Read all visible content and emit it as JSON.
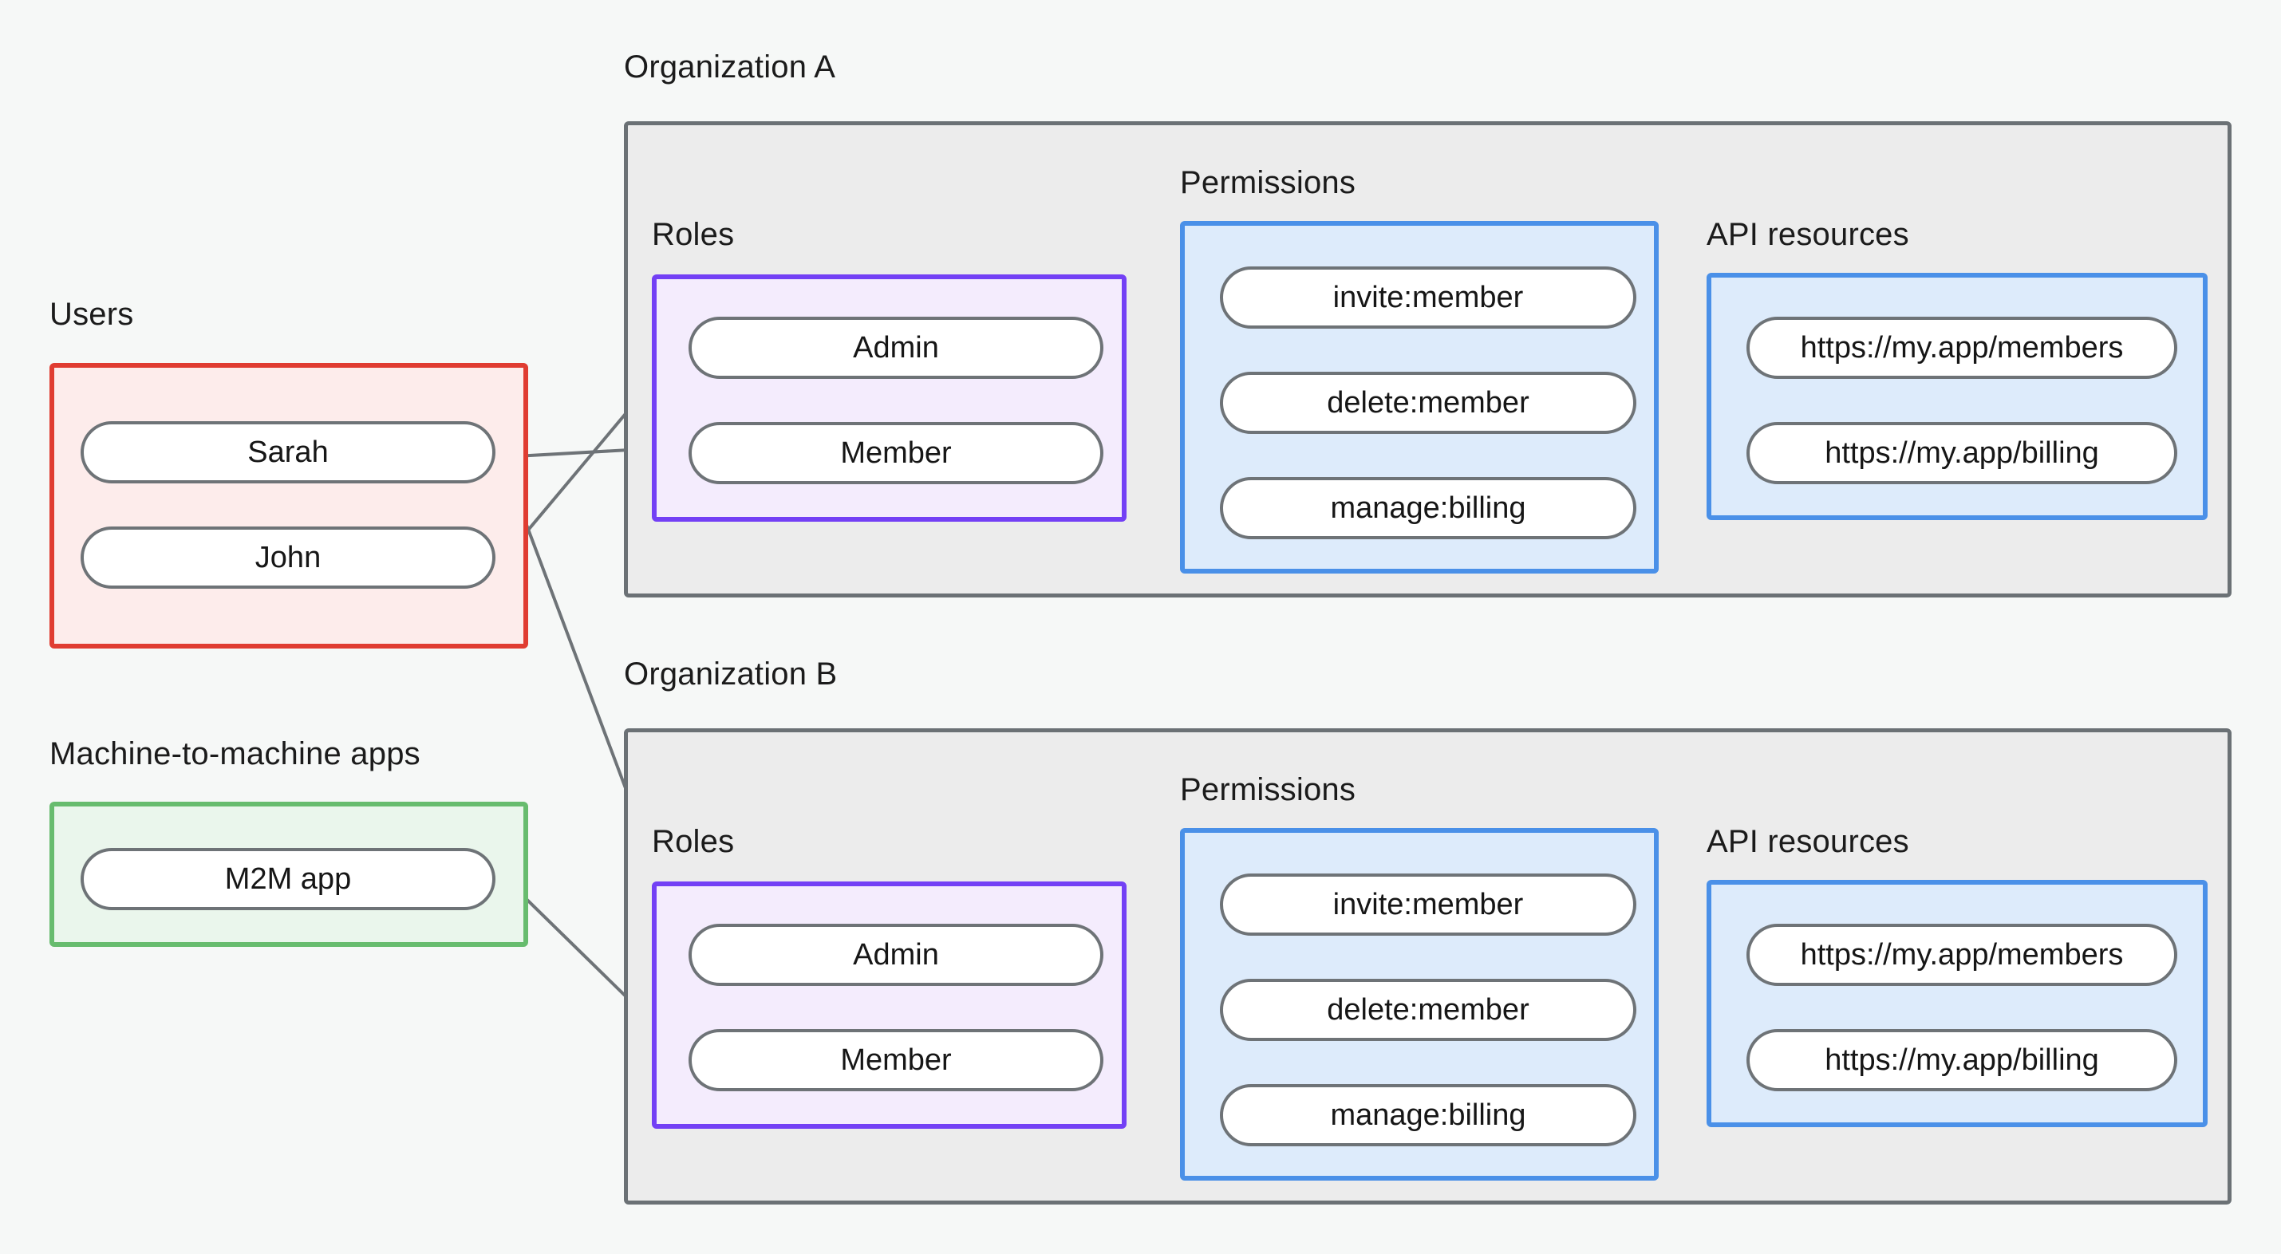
{
  "diagram": {
    "title_hidden": "",
    "background_color": "#f6f8f7",
    "colors": {
      "users_border": "#e03c31",
      "users_fill": "#fdeceb",
      "m2m_border": "#67bc6e",
      "m2m_fill": "#eaf6ec",
      "org_border": "#6b7175",
      "org_fill": "#ececec",
      "roles_border": "#7340f5",
      "roles_fill": "#f4ecfd",
      "permissions_border": "#4a90e8",
      "permissions_fill": "#ddebfb",
      "api_border": "#4a90e8",
      "api_fill": "#ddebfb",
      "pill_border": "#6e7377",
      "pill_fill": "#ffffff",
      "edge": "#6e7377",
      "text": "#161616"
    }
  },
  "labels": {
    "users": "Users",
    "m2m": "Machine-to-machine apps",
    "org_a": "Organization A",
    "org_b": "Organization B",
    "roles_a": "Roles",
    "roles_b": "Roles",
    "permissions_a": "Permissions",
    "permissions_b": "Permissions",
    "api_a": "API resources",
    "api_b": "API resources"
  },
  "users": {
    "items": [
      {
        "id": "sarah",
        "label": "Sarah"
      },
      {
        "id": "john",
        "label": "John"
      }
    ]
  },
  "m2m_apps": {
    "items": [
      {
        "id": "m2m-app",
        "label": "M2M app"
      }
    ]
  },
  "org_a": {
    "name": "Organization A",
    "roles": [
      {
        "id": "a-admin",
        "label": "Admin"
      },
      {
        "id": "a-member",
        "label": "Member"
      }
    ],
    "permissions": [
      {
        "id": "a-invite",
        "label": "invite:member"
      },
      {
        "id": "a-delete",
        "label": "delete:member"
      },
      {
        "id": "a-billing",
        "label": "manage:billing"
      }
    ],
    "api_resources": [
      {
        "id": "a-res-members",
        "label": "https://my.app/members"
      },
      {
        "id": "a-res-billing",
        "label": "https://my.app/billing"
      }
    ]
  },
  "org_b": {
    "name": "Organization B",
    "roles": [
      {
        "id": "b-admin",
        "label": "Admin"
      },
      {
        "id": "b-member",
        "label": "Member"
      }
    ],
    "permissions": [
      {
        "id": "b-invite",
        "label": "invite:member"
      },
      {
        "id": "b-delete",
        "label": "delete:member"
      },
      {
        "id": "b-billing",
        "label": "manage:billing"
      }
    ],
    "api_resources": [
      {
        "id": "b-res-members",
        "label": "https://my.app/members"
      },
      {
        "id": "b-res-billing",
        "label": "https://my.app/billing"
      }
    ]
  },
  "connections": [
    {
      "from": "john",
      "to": "a-admin"
    },
    {
      "from": "sarah",
      "to": "a-member"
    },
    {
      "from": "sarah",
      "to": "b-admin"
    },
    {
      "from": "m2m-app",
      "to": "b-member"
    },
    {
      "from": "a-admin",
      "to": "a-invite"
    },
    {
      "from": "a-admin",
      "to": "a-delete"
    },
    {
      "from": "a-member",
      "to": "a-billing"
    },
    {
      "from": "a-invite",
      "to": "a-res-members"
    },
    {
      "from": "a-delete",
      "to": "a-res-members"
    },
    {
      "from": "a-billing",
      "to": "a-res-billing"
    },
    {
      "from": "b-admin",
      "to": "b-invite"
    },
    {
      "from": "b-admin",
      "to": "b-delete"
    },
    {
      "from": "b-member",
      "to": "b-billing"
    },
    {
      "from": "b-invite",
      "to": "b-res-members"
    },
    {
      "from": "b-delete",
      "to": "b-res-members"
    },
    {
      "from": "b-billing",
      "to": "b-res-billing"
    }
  ]
}
